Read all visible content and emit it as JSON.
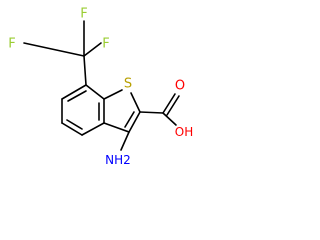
{
  "molecule": {
    "name": "3-amino-7-(trifluoromethyl)-1-benzothiophene-2-carboxylic acid",
    "atoms": {
      "fluorine_top": "F",
      "fluorine_left": "F",
      "fluorine_right": "F",
      "sulfur": "S",
      "hydroxyl": "OH",
      "carbonyl_oxygen": "O",
      "amine": "NH2"
    }
  },
  "colors": {
    "carbon_bonds": "#000000",
    "fluorine": "#9acd32",
    "sulfur": "#b8a000",
    "oxygen": "#ff0000",
    "nitrogen": "#0000ff"
  }
}
